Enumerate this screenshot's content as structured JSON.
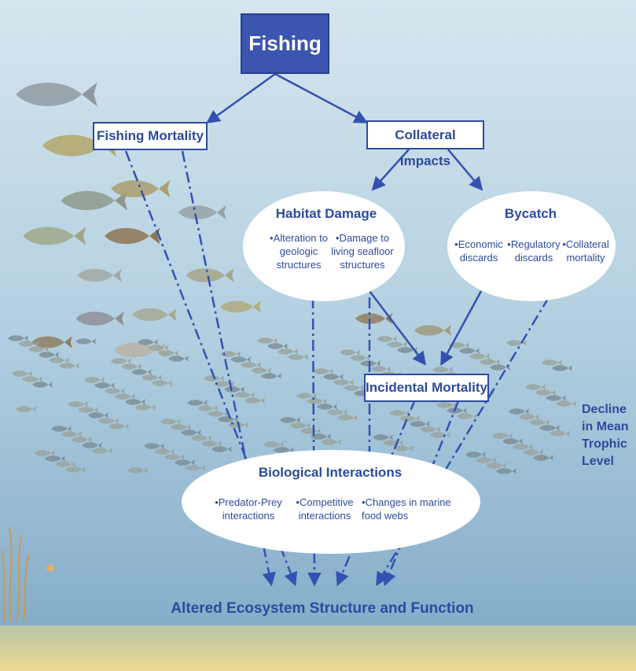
{
  "colors": {
    "accent": "#2e4a9e",
    "box_fill": "#3b55b0",
    "sea_top": "#cfe0ea",
    "sea_bottom": "#7fa9c7",
    "sand": "#e9d79a"
  },
  "nodes": {
    "fishing": "Fishing",
    "fishing_mortality": "Fishing Mortality",
    "collateral_impacts": "Collateral Impacts",
    "habitat_damage": {
      "title": "Habitat Damage",
      "items": [
        "•Alteration to geologic structures",
        "•Damage to living seafloor structures"
      ]
    },
    "bycatch": {
      "title": "Bycatch",
      "items": [
        "•Economic discards",
        "•Regulatory discards",
        "•Collateral mortality"
      ]
    },
    "incidental_mortality": "Incidental Mortality",
    "biological_interactions": {
      "title": "Biological Interactions",
      "items": [
        "•Predator-Prey interactions",
        "•Competitive interactions",
        "•Changes in marine food webs"
      ]
    },
    "outcome": "Altered Ecosystem Structure and Function"
  },
  "side_label": [
    "Decline",
    "in Mean",
    "Trophic",
    "Level"
  ]
}
